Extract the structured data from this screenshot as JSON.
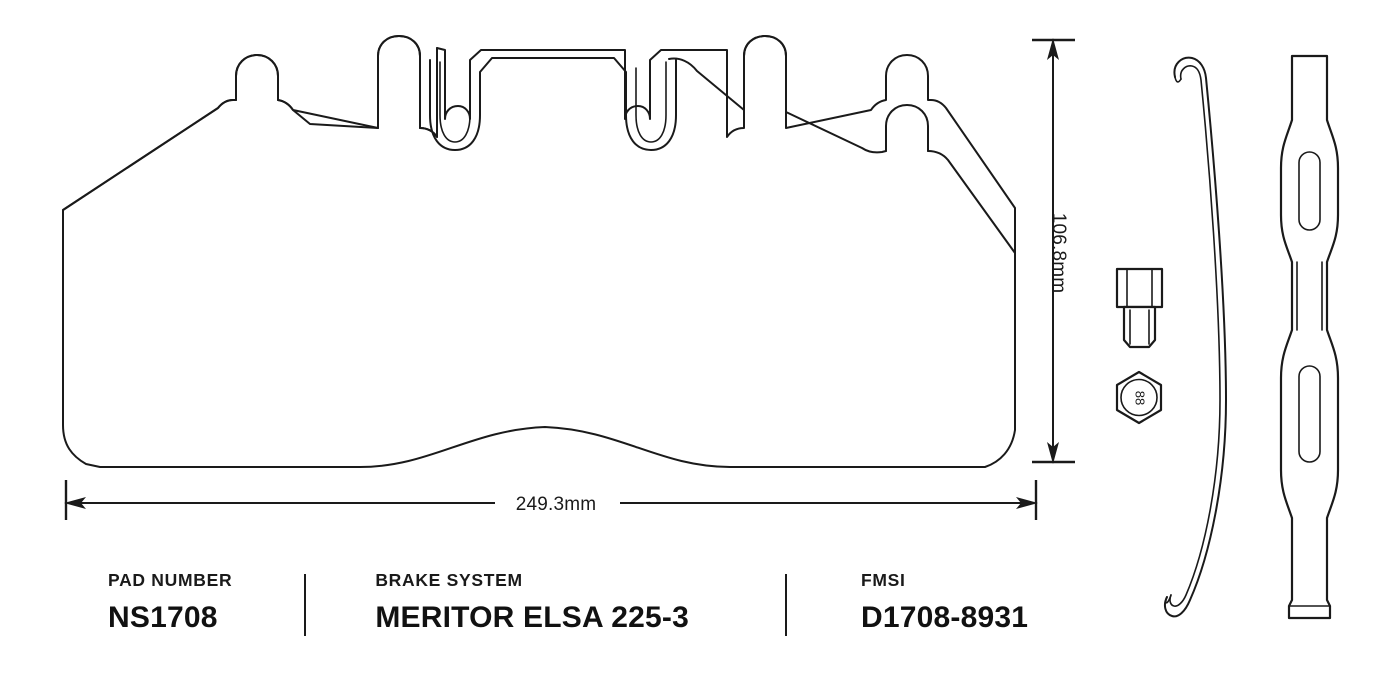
{
  "drawing": {
    "title": "Brake Pad Technical Specification Drawing",
    "dimensions": {
      "width_label": "249.3mm",
      "height_label": "106.8mm"
    },
    "parts": {
      "pad_plate": "brake-pad-backing-plate",
      "bolt": "hex-head-bolt",
      "nut": "hex-nut",
      "nut_grade_marking": "88",
      "spring": "pad-retainer-spring",
      "strap": "pad-retainer-strap"
    }
  },
  "info": {
    "pad": {
      "label": "PAD NUMBER",
      "value": "NS1708"
    },
    "brake_system": {
      "label": "BRAKE SYSTEM",
      "value": "MERITOR ELSA 225-3"
    },
    "fmsi": {
      "label": "FMSI",
      "value": "D1708-8931"
    }
  },
  "colors": {
    "line": "#1a1a1a",
    "background": "#ffffff"
  }
}
